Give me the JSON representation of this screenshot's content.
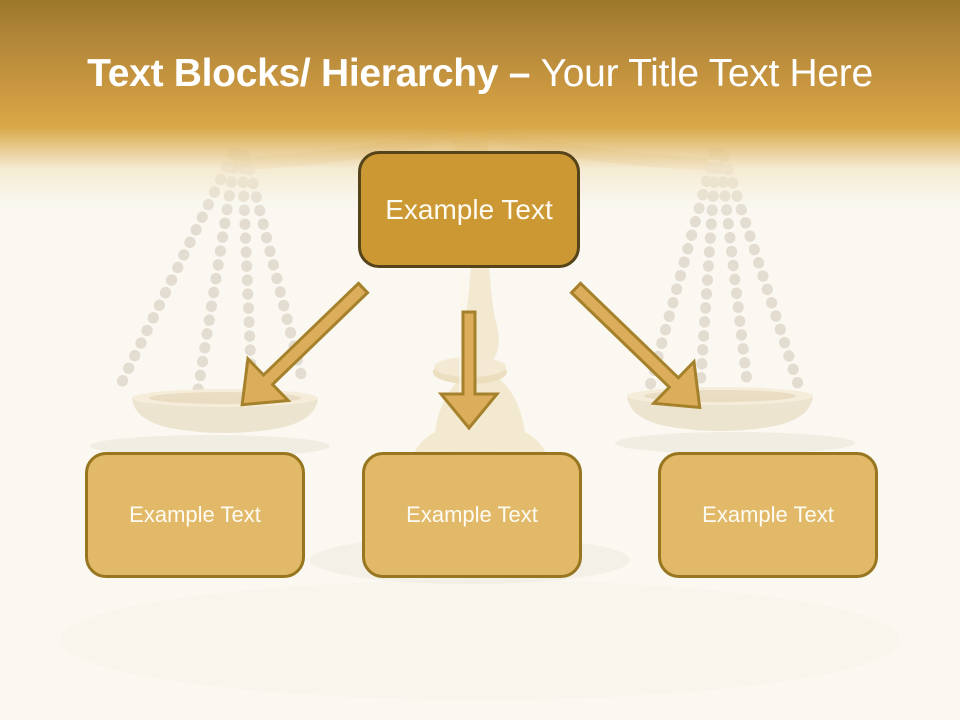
{
  "slide_title": {
    "bold_segment": "Text Blocks/ Hierarchy – ",
    "regular_segment": "Your Title Text Here"
  },
  "hierarchy": {
    "root": {
      "label": "Example Text"
    },
    "children": [
      {
        "label": "Example Text"
      },
      {
        "label": "Example Text"
      },
      {
        "label": "Example Text"
      }
    ]
  },
  "watermark": {
    "icon": "scales-of-justice"
  },
  "colors": {
    "header_gold_dark": "#9c762a",
    "header_gold": "#d8a746",
    "background": "#faf8f1",
    "title_text": "#ffffff",
    "root_box_fill": "#cc9834",
    "root_box_border": "#55431a",
    "child_box_fill": "#e2b968",
    "child_box_border": "#97761f",
    "arrow_fill": "#dcae5c",
    "arrow_border": "#a5812c"
  }
}
